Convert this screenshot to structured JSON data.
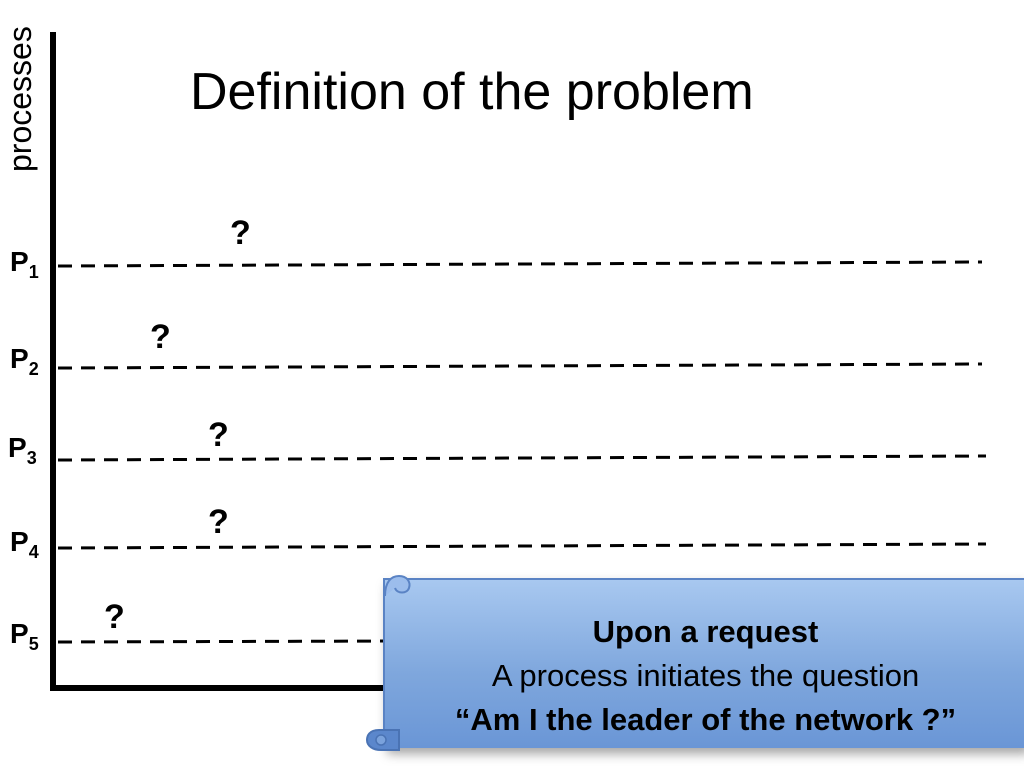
{
  "title": "Definition of the problem",
  "y_axis_label": "processes",
  "processes": [
    {
      "name": "P",
      "index": "1"
    },
    {
      "name": "P",
      "index": "2"
    },
    {
      "name": "P",
      "index": "3"
    },
    {
      "name": "P",
      "index": "4"
    },
    {
      "name": "P",
      "index": "5"
    }
  ],
  "question_mark": "?",
  "callout": {
    "heading": "Upon a request",
    "line1": "A process initiates the question",
    "line2": "“Am I the leader of the network ?”"
  }
}
